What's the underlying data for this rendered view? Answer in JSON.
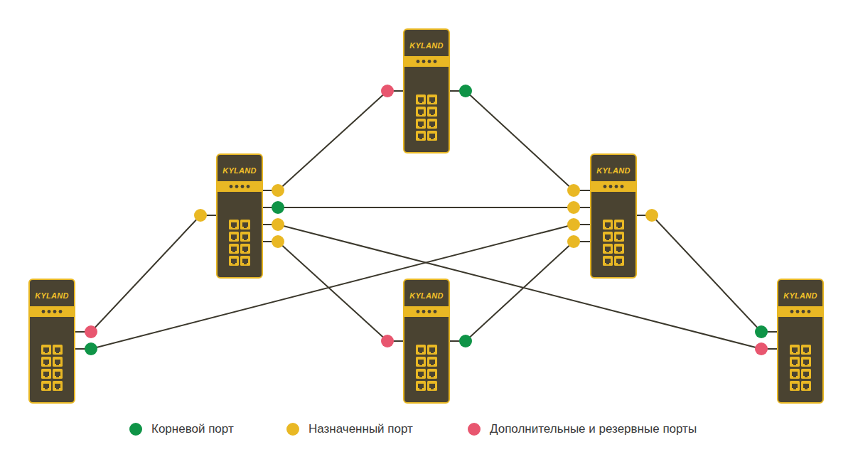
{
  "diagram": {
    "nodes": [
      {
        "text": [
          "KYLAND"
        ]
      },
      {
        "text": [
          "KYLAND"
        ]
      },
      {
        "text": [
          "KYLAND"
        ]
      },
      {
        "text": [
          "KYLAND"
        ]
      },
      {
        "text": [
          "KYLAND"
        ]
      },
      {
        "text": [
          "KYLAND"
        ]
      }
    ],
    "edges": [
      {
        "from": 0,
        "to": 1,
        "arrow": "none"
      },
      {
        "from": 0,
        "to": 2,
        "arrow": "none"
      },
      {
        "from": 1,
        "to": 2,
        "arrow": "none"
      },
      {
        "from": 1,
        "to": 3,
        "arrow": "none"
      },
      {
        "from": 1,
        "to": 4,
        "arrow": "none"
      },
      {
        "from": 1,
        "to": 5,
        "arrow": "none"
      },
      {
        "from": 2,
        "to": 3,
        "arrow": "none"
      },
      {
        "from": 2,
        "to": 4,
        "arrow": "none"
      },
      {
        "from": 2,
        "to": 5,
        "arrow": "none"
      }
    ],
    "legend": [
      {
        "text": "Корневой порт",
        "color": "#0f9447"
      },
      {
        "text": "Назначенный порт",
        "color": "#e9b824"
      },
      {
        "text": "Дополнительные и резервные порты",
        "color": "#e8566f"
      }
    ]
  }
}
